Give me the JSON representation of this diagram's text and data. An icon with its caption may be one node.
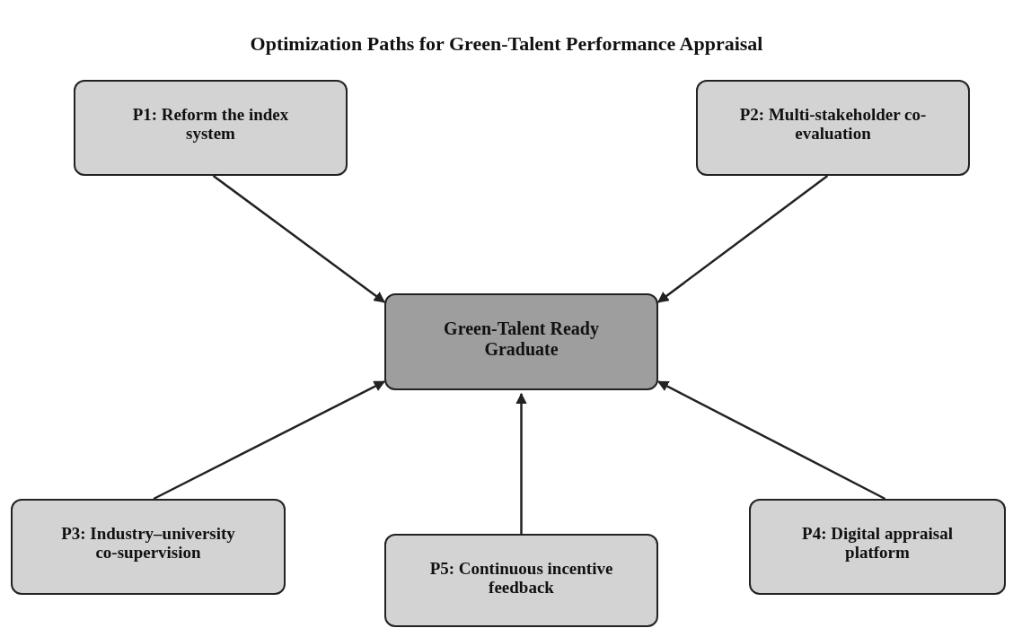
{
  "diagram": {
    "title": "Optimization Paths for Green-Talent Performance Appraisal",
    "nodes": [
      {
        "text": [
          "Green-Talent Ready Graduate"
        ]
      },
      {
        "text": [
          "P1: Reform the index system"
        ]
      },
      {
        "text": [
          "P2: Multi-stakeholder co-evaluation"
        ]
      },
      {
        "text": [
          "P3: Industry–university co-supervision"
        ]
      },
      {
        "text": [
          "P5: Continuous incentive feedback"
        ]
      },
      {
        "text": [
          "P4: Digital appraisal platform"
        ]
      }
    ],
    "edges": [
      {
        "from": 1,
        "to": 0,
        "arrow": "to"
      },
      {
        "from": 2,
        "to": 0,
        "arrow": "to"
      },
      {
        "from": 3,
        "to": 0,
        "arrow": "to"
      },
      {
        "from": 4,
        "to": 0,
        "arrow": "to"
      },
      {
        "from": 5,
        "to": 0,
        "arrow": "to"
      }
    ]
  }
}
